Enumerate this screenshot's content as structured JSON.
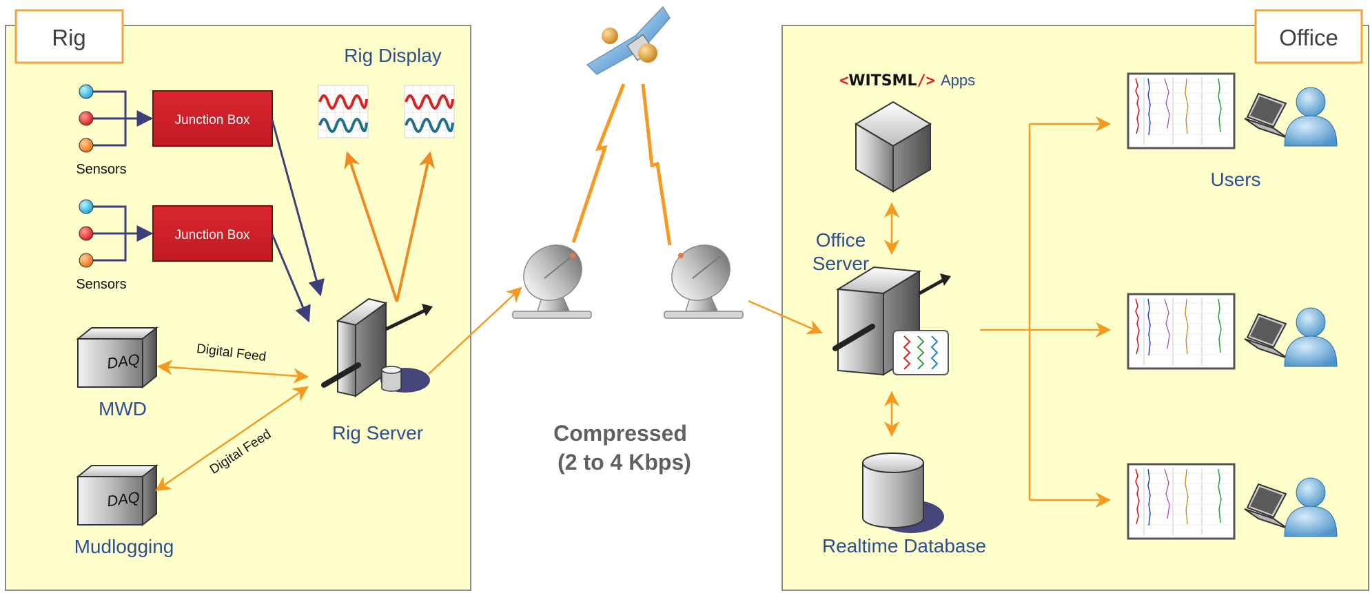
{
  "rig": {
    "tab_label": "Rig",
    "display_label": "Rig Display",
    "sensors_label_1": "Sensors",
    "sensors_label_2": "Sensors",
    "junction_box_1": "Junction Box",
    "junction_box_2": "Junction Box",
    "daq_1": "DAQ",
    "daq_2": "DAQ",
    "mwd_label": "MWD",
    "mudlogging_label": "Mudlogging",
    "digital_feed_1": "Digital Feed",
    "digital_feed_2": "Digital Feed",
    "server_label": "Rig Server"
  },
  "link": {
    "compressed_line_1": "Compressed",
    "compressed_line_2": "(2 to 4 Kbps)"
  },
  "office": {
    "tab_label": "Office",
    "witsml_open": "<",
    "witsml_word": "WITSML",
    "witsml_close": "/>",
    "apps_word": "Apps",
    "server_line_1": "Office",
    "server_line_2": "Server",
    "database_label": "Realtime Database",
    "users_label": "Users"
  },
  "colors": {
    "panel_fill": "#ffffcc",
    "tab_border": "#f2a33a",
    "label_blue": "#2c4f92",
    "junction_red": "#cc1f2a",
    "arrow_orange": "#f59a1e",
    "arrow_navy": "#3c3f78"
  }
}
